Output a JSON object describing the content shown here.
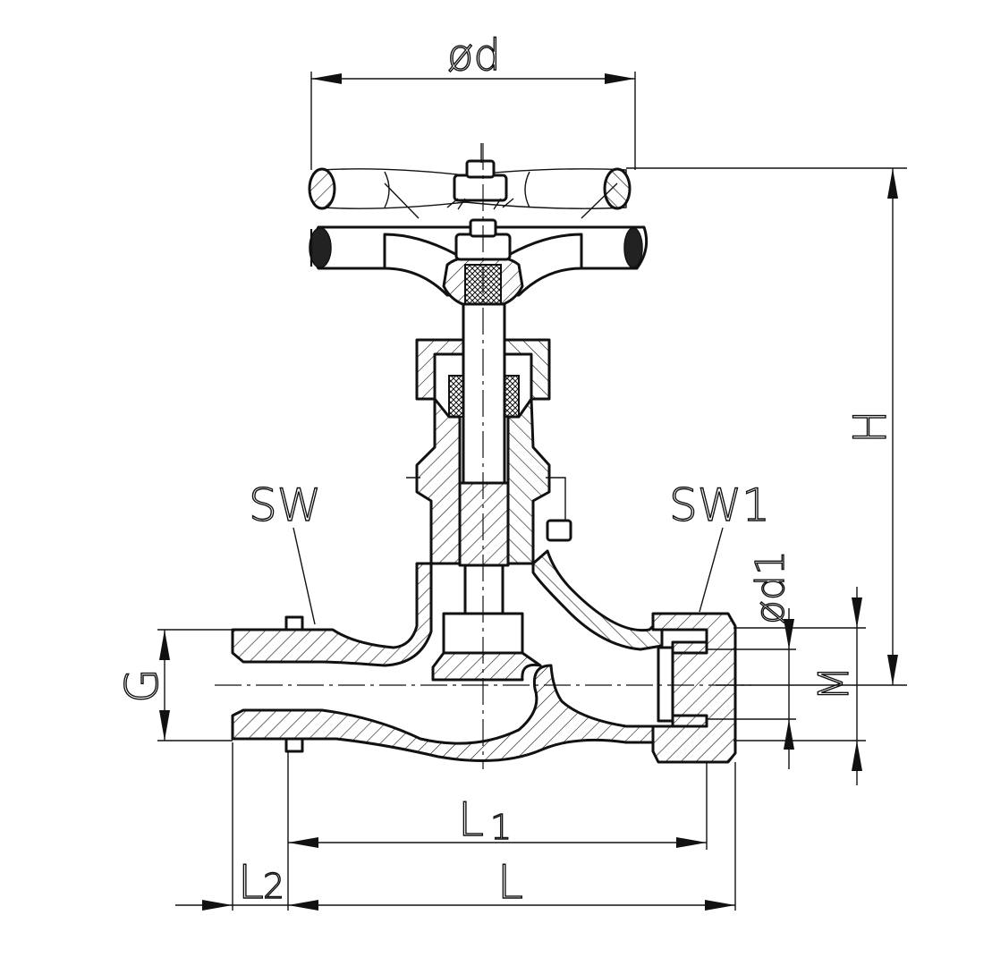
{
  "drawing": {
    "labels": {
      "handwheel_diameter": "ød",
      "height": "H",
      "wrench_size_left": "SW",
      "wrench_size_right": "SW1",
      "bore_diameter": "ød1",
      "inlet_thread": "G",
      "outlet_thread": "M",
      "length_1": "L",
      "length_1_index": "1",
      "length_2": "L",
      "length_2_index": "2",
      "overall_length": "L"
    }
  }
}
